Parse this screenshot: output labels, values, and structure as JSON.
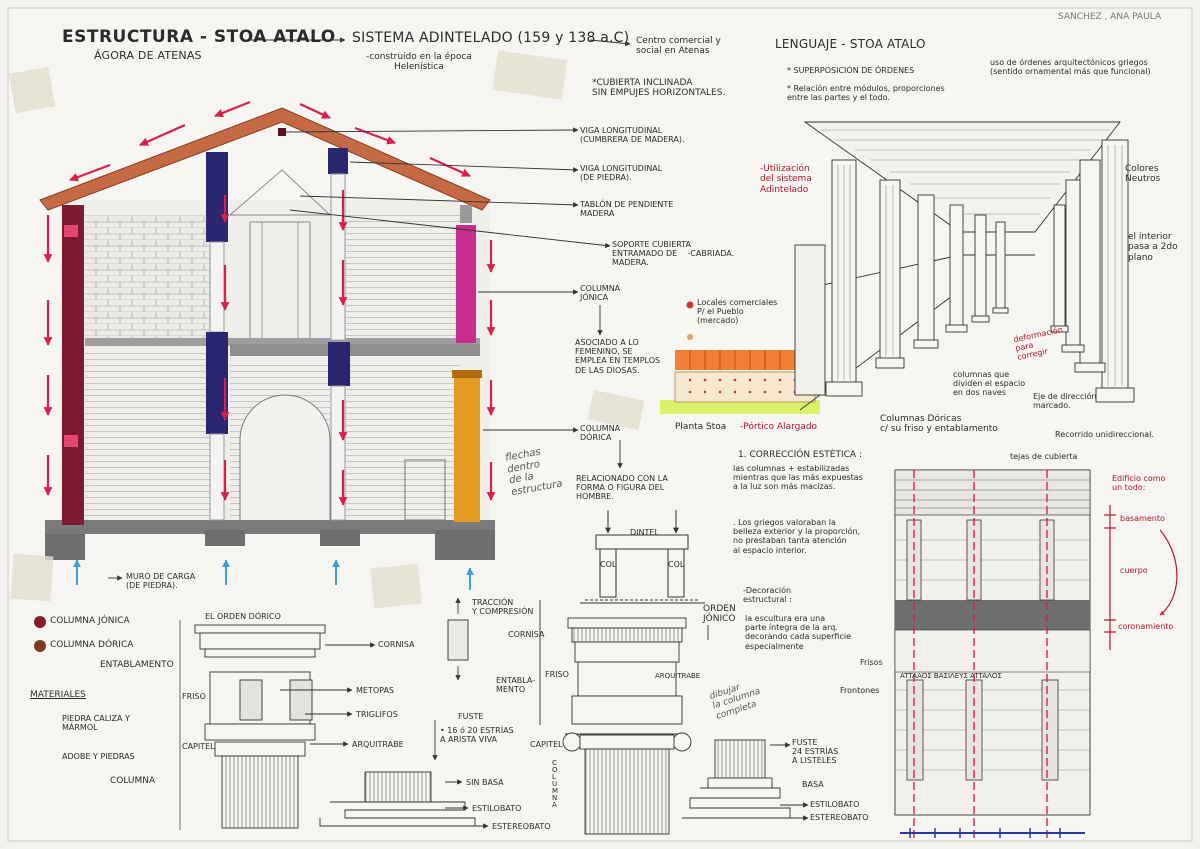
{
  "header": {
    "author": "SANCHEZ , ANA PAULA",
    "title": "ESTRUCTURA - STOA ATALO",
    "subtitle": "ÁGORA DE ATENAS",
    "system": "SISTEMA ADINTELADO (159 y 138 a.C)",
    "system_note": "-construido en la época\nHelenística",
    "use": "Centro comercial y\nsocial en Atenas",
    "roof": "*CUBIERTA INCLINADA\nSIN EMPUJES HORIZONTALES."
  },
  "section_labels": {
    "viga_madera": "VIGA LONGITUDINAL\n(CUMBRERA DE MADERA).",
    "viga_piedra": "VIGA LONGITUDINAL\n(DE PIEDRA).",
    "tablon": "TABLÓN DE PENDIENTE\nMADERA",
    "soporte": "SOPORTE CUBIERTA\nENTRAMADO DE    -CABRIADA.\nMADERA.",
    "col_jonica": "COLUMNA\nJÓNICA",
    "asociado": "ASOCIADO A LO\nFEMENINO, SE\nEMPLEA EN TEMPLOS\nDE LAS DIOSAS.",
    "col_dorica": "COLUMNA\nDÓRICA",
    "relacionado": "RELACIONADO CON LA\nFORMA O FIGURA DEL\nHOMBRE.",
    "muro": "MURO DE CARGA\n(DE PIEDRA).",
    "flechas": "flechas\ndentro\nde la\nestructura"
  },
  "plan": {
    "locales": "Locales comerciales\nP/ el Pueblo\n(mercado)",
    "planta": "Planta Stoa",
    "portico": "-Pórtico Alargado"
  },
  "lenguaje": {
    "title": "LENGUAJE  - STOA ATALO",
    "item1": "* SUPERPOSICIÓN DE ÓRDENES",
    "item1_note": "uso de órdenes arquitectónicos griegos\n(sentido ornamental más que funcional)",
    "item2": "* Relación entre módulos, proporciones\nentre las partes y el todo.",
    "utilizacion": "-Utilización\ndel sistema\nAdintelado",
    "colores": "Colores\nNeutros",
    "interior": "el interior\npasa a 2do\nplano",
    "columnas_dividen": "columnas que\ndividen el espacio\nen dos naves",
    "deformacion": "deformación\npara\ncorregir",
    "eje": "Eje de dirección\nmarcado.",
    "columnas_doricas": "Columnas Dóricas\nc/ su friso y entablamento",
    "recorrido": "Recorrido unidireccional."
  },
  "correccion": {
    "title": "1. CORRECCIÓN ESTÉTICA :",
    "text1": "las columnas + estabilizadas\nmientras que las más expuestas\na la luz son más macizas.",
    "text2": ". Los griegos valoraban la\nbelleza exterior y la proporción,\nno prestaban tanta atención\nal espacio interior.",
    "decoracion": "-Decoración\nestructural :",
    "text3": "la escultura era una\nparte íntegra de la arq.\ndecorando cada superficie\nespecialmente",
    "frisos": "Frisos",
    "frontones": "Frontones",
    "dintel": "DINTEL",
    "col": "COL"
  },
  "elevation": {
    "tejas": "tejas de cubierta",
    "edificio": "Edificio como\nun todo:",
    "basamento": "basamento",
    "cuerpo": "cuerpo",
    "coronamiento": "coronamiento",
    "inscription": "ATTAAOΣ BAΣIΛEYΣ ATTAΛOΣ"
  },
  "legend": {
    "jonica": "COLUMNA JÓNICA",
    "dorica": "COLUMNA DÓRICA",
    "jonica_color": "#8b1a2b",
    "dorica_color": "#7a3b1e"
  },
  "dorico": {
    "title": "EL ORDEN DÓRICO",
    "entablamento": "ENTABLAMENTO",
    "friso": "FRISO",
    "capitel": "CAPITEL",
    "columna": "COLUMNA",
    "cornisa": "CORNISA",
    "metopas": "METOPAS",
    "triglifos": "TRIGLIFOS",
    "arquitrabe": "ARQUITRABE",
    "fuste": "FUSTE",
    "estrias": "• 16 ó 20 ESTRÍAS\nA ARISTA VIVA",
    "sin_basa": "SIN BASA",
    "estilobato": "ESTILOBATO",
    "estereobato": "ESTEREOBATO",
    "traccion": "TRACCIÓN\nY COMPRESIÓN"
  },
  "materiales": {
    "title": "MATERIALES",
    "item1": "PIEDRA CALIZA Y\nMÁRMOL",
    "item2": "ADOBE Y PIEDRAS"
  },
  "jonico": {
    "title": "ORDEN\nJÓNICO",
    "cornisa": "CORNISA",
    "entablamento": "ENTABLA-\nMENTO",
    "friso": "FRISO",
    "arquitrabe": "ARQUITRABE",
    "capitel": "CAPITEL",
    "columna": "C\nO\nL\nU\nM\nN\nA",
    "dibujar": "dibujar\nla columna\ncompleta",
    "fuste": "FUSTE\n24 ESTRÍAS\nA LISTELES",
    "basa": "BASA",
    "estilobato": "ESTILOBATO",
    "estereobato": "ESTEREOBATO"
  }
}
